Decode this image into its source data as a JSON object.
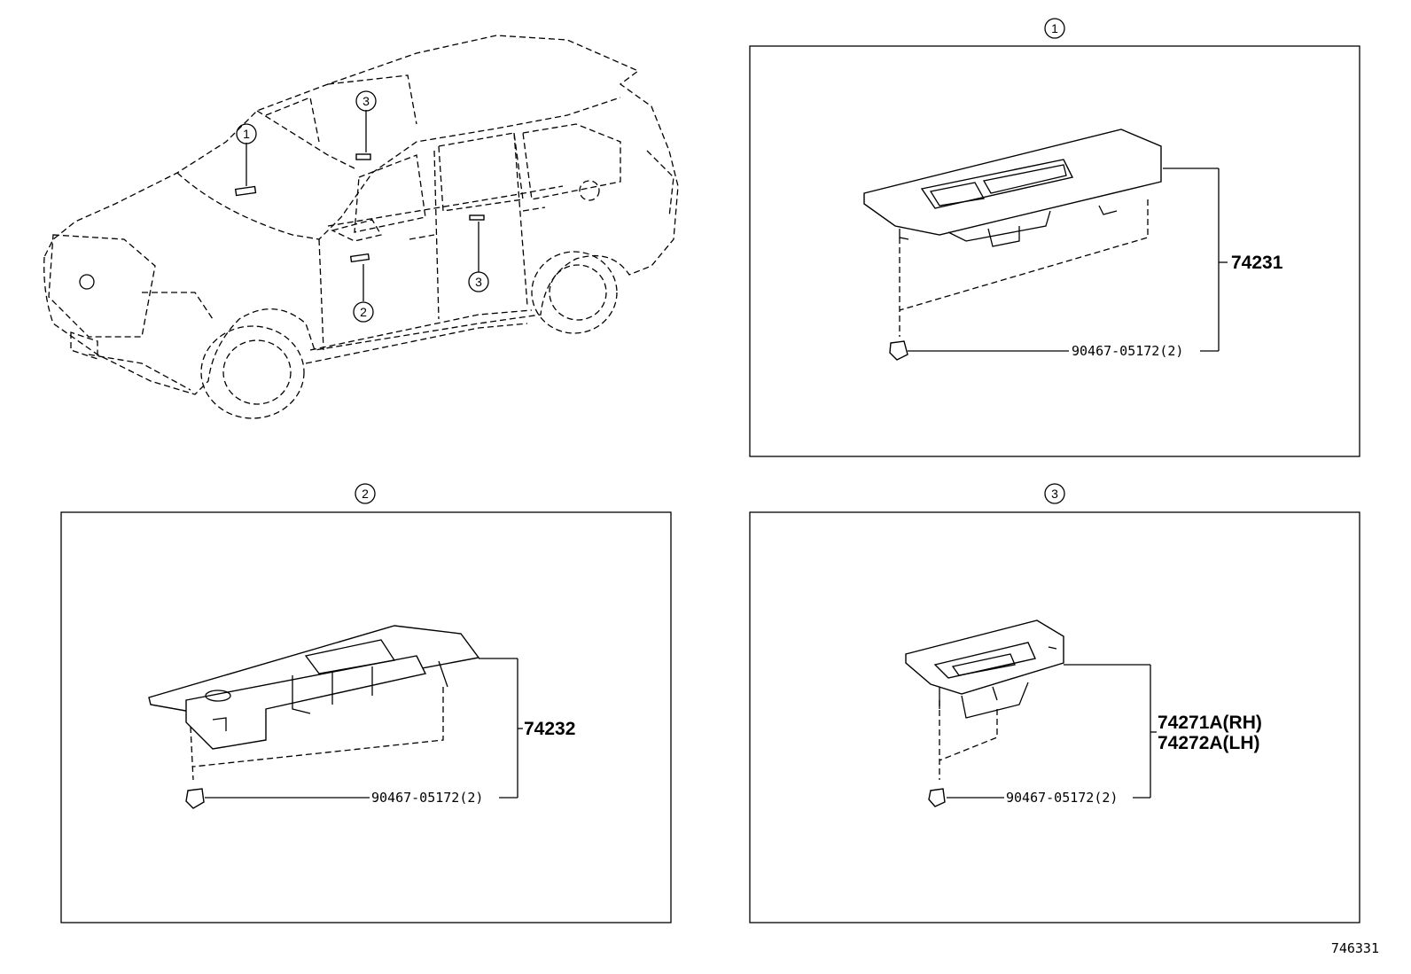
{
  "callouts": {
    "one": "1",
    "two": "2",
    "three": "3"
  },
  "panels": {
    "p1": {
      "part_number": "74231",
      "clip_number": "90467-05172(2)"
    },
    "p2": {
      "part_number": "74232",
      "clip_number": "90467-05172(2)"
    },
    "p3": {
      "part_number_rh": "74271A(RH)",
      "part_number_lh": "74272A(LH)",
      "clip_number": "90467-05172(2)"
    }
  },
  "reference_code": "746331"
}
